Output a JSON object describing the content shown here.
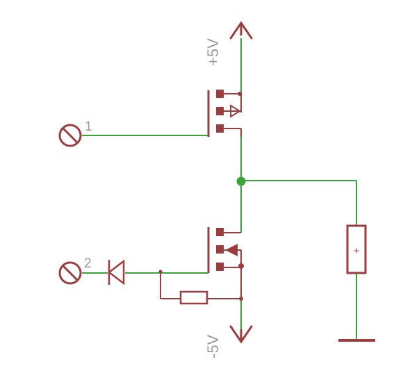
{
  "schematic": {
    "colors": {
      "wire": "#3aa43a",
      "symbol": "#9c3d3d",
      "junction": "#3aa43a",
      "label": "#9a9a9a",
      "background": "#ffffff"
    },
    "labels": {
      "positive_rail": "+5V",
      "negative_rail": "-5V",
      "terminal_1": "1",
      "terminal_2": "2",
      "load_polarity": "+"
    },
    "components": [
      {
        "name": "terminal-1",
        "type": "terminal",
        "label": "1"
      },
      {
        "name": "terminal-2",
        "type": "terminal",
        "label": "2"
      },
      {
        "name": "mosfet-top",
        "type": "mosfet"
      },
      {
        "name": "mosfet-bottom",
        "type": "mosfet"
      },
      {
        "name": "diode",
        "type": "diode"
      },
      {
        "name": "resistor",
        "type": "resistor"
      },
      {
        "name": "load",
        "type": "polarized-component",
        "label": "+"
      },
      {
        "name": "supply-positive",
        "type": "supply-arrow",
        "label": "+5V"
      },
      {
        "name": "supply-negative",
        "type": "supply-arrow",
        "label": "-5V"
      },
      {
        "name": "ground",
        "type": "ground-bar"
      }
    ]
  }
}
